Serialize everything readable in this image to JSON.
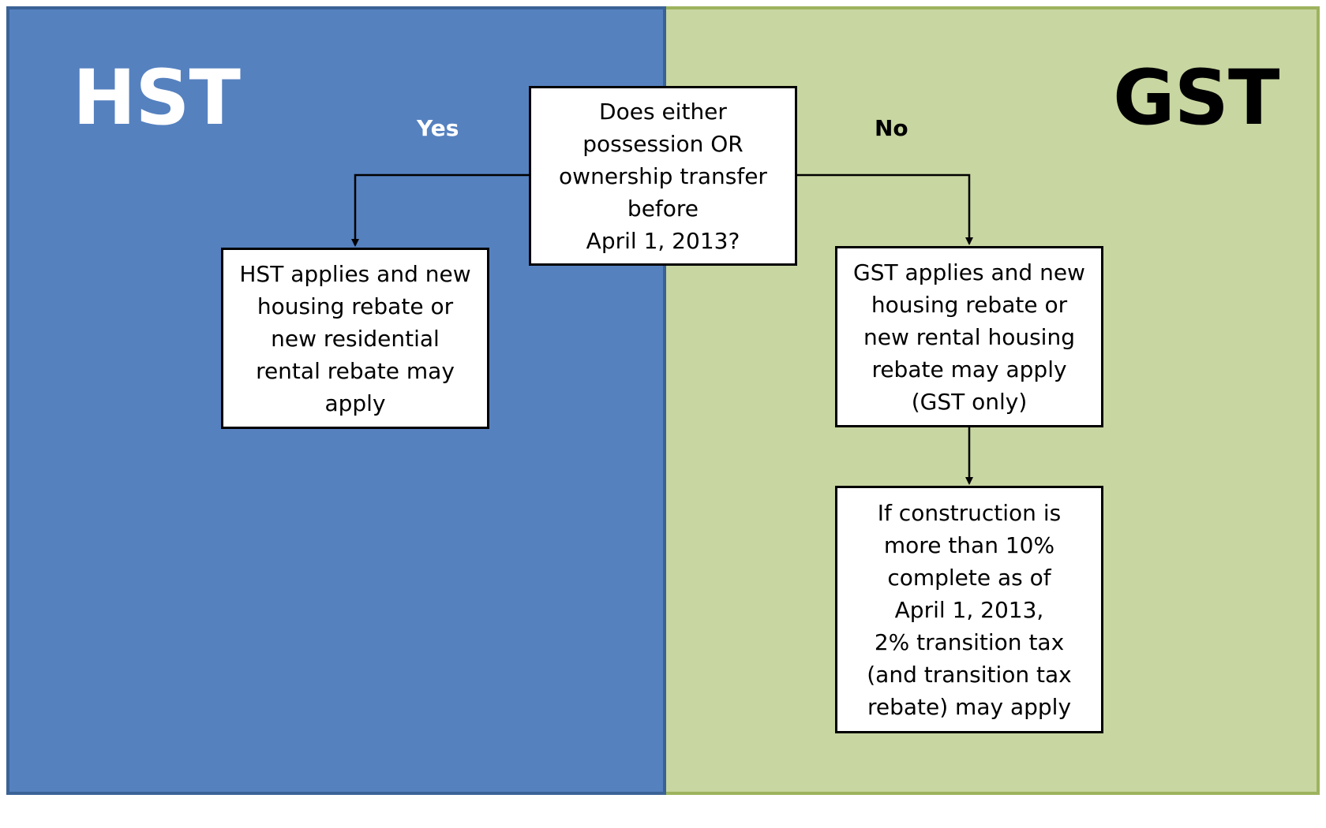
{
  "regions": {
    "hst": {
      "title": "HST",
      "fill": "#5581bf",
      "border": "#3b6296"
    },
    "gst": {
      "title": "GST",
      "fill": "#c8d6a1",
      "border": "#9db35e"
    }
  },
  "branches": {
    "yes_label": "Yes",
    "no_label": "No"
  },
  "nodes": {
    "question": {
      "lines": [
        "Does either",
        "possession OR",
        "ownership transfer",
        "before",
        "April 1, 2013?"
      ]
    },
    "hst_outcome": {
      "lines": [
        "HST applies and new",
        "housing rebate or",
        "new residential",
        "rental rebate may",
        "apply"
      ]
    },
    "gst_outcome": {
      "lines": [
        "GST applies and new",
        "housing rebate or",
        "new rental housing",
        "rebate may apply",
        "(GST only)"
      ]
    },
    "transition_outcome": {
      "lines": [
        "If construction is",
        "more than 10%",
        "complete as of",
        "April 1, 2013,",
        "2% transition tax",
        "(and transition tax",
        "rebate) may apply"
      ]
    }
  },
  "edges": [
    {
      "from": "question",
      "to": "hst_outcome",
      "label": "Yes"
    },
    {
      "from": "question",
      "to": "gst_outcome",
      "label": "No"
    },
    {
      "from": "gst_outcome",
      "to": "transition_outcome",
      "label": ""
    }
  ]
}
